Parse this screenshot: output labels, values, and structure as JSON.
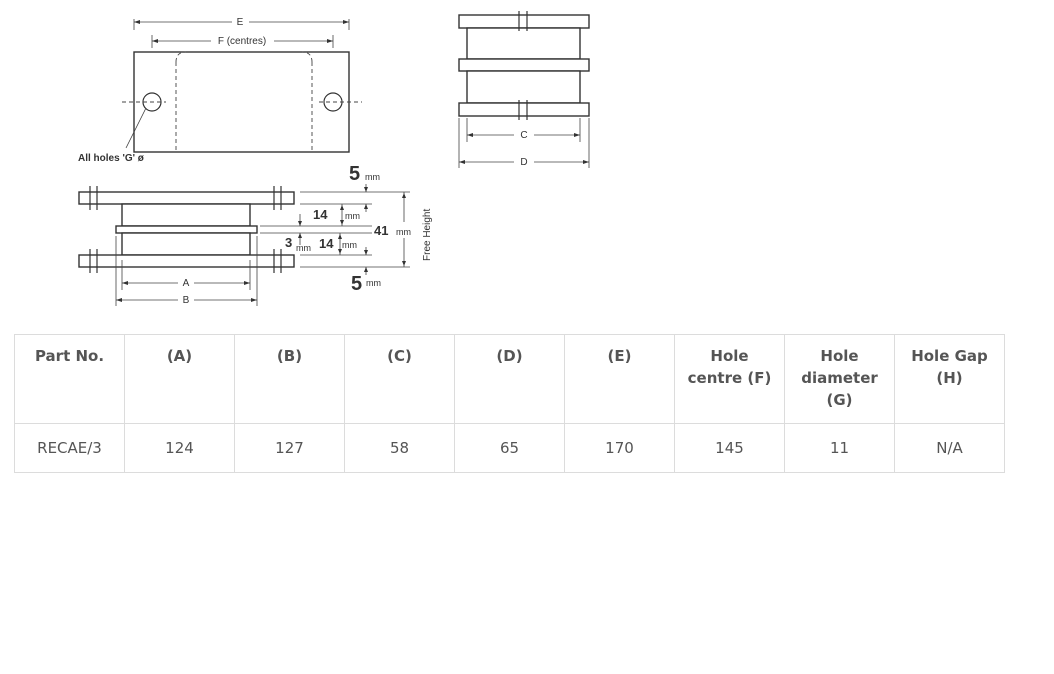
{
  "drawing": {
    "labels": {
      "e": "E",
      "f_centres": "F (centres)",
      "all_holes": "All holes 'G' ø",
      "c": "C",
      "d": "D",
      "a": "A",
      "b": "B",
      "top_thickness": "5",
      "bottom_thickness": "5",
      "upper_gap": "14",
      "lower_gap": "14",
      "middle_plate": "3",
      "total_height": "41",
      "unit": "mm",
      "free_height": "Free Height"
    }
  },
  "table": {
    "headers": [
      "Part No.",
      "(A)",
      "(B)",
      "(C)",
      "(D)",
      "(E)",
      "Hole centre (F)",
      "Hole diameter (G)",
      "Hole Gap (H)"
    ],
    "rows": [
      [
        "RECAE/3",
        "124",
        "127",
        "58",
        "65",
        "170",
        "145",
        "11",
        "N/A"
      ]
    ]
  }
}
